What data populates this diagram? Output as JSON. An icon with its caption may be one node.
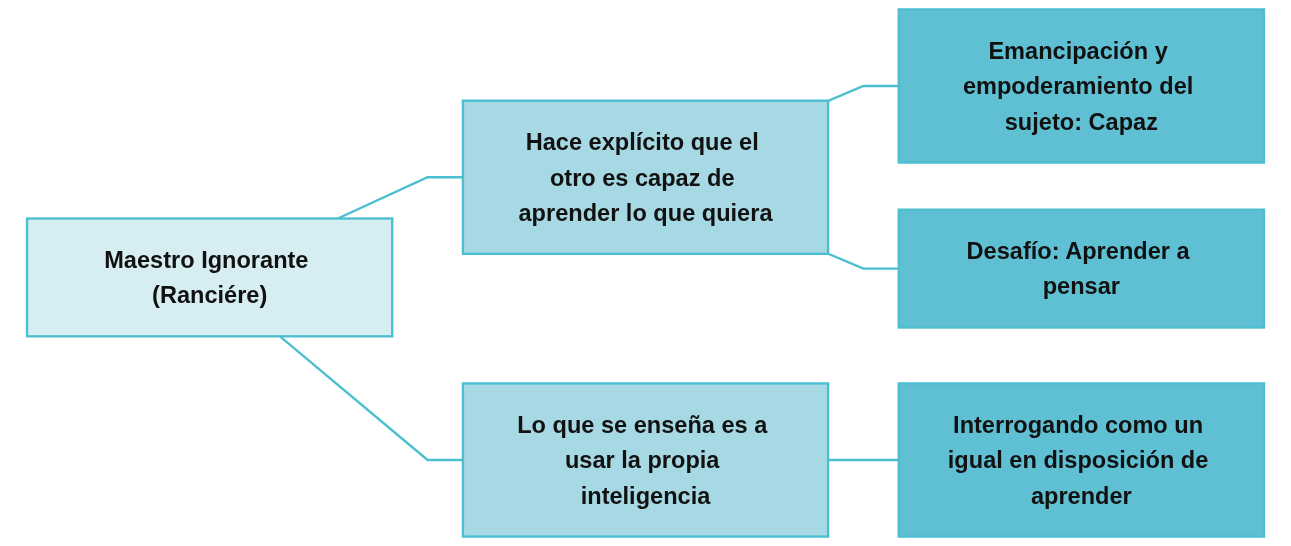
{
  "diagram": {
    "nodes": [
      {
        "text": [
          "Maestro Ignorante (Ranciére)"
        ]
      },
      {
        "text": [
          "Hace explícito que el otro es capaz de aprender lo que quiera"
        ]
      },
      {
        "text": [
          "Lo que se enseña es a usar la propia inteligencia"
        ]
      },
      {
        "text": [
          "Emancipación y empoderamiento del sujeto: Capaz"
        ]
      },
      {
        "text": [
          "Desafío: Aprender a pensar"
        ]
      },
      {
        "text": [
          "Interrogando como un igual en disposición de aprender"
        ]
      }
    ],
    "edges": [
      {
        "from": 0,
        "to": 1,
        "arrow": "none"
      },
      {
        "from": 0,
        "to": 2,
        "arrow": "none"
      },
      {
        "from": 1,
        "to": 3,
        "arrow": "none"
      },
      {
        "from": 1,
        "to": 4,
        "arrow": "none"
      },
      {
        "from": 2,
        "to": 5,
        "arrow": "none"
      }
    ]
  }
}
